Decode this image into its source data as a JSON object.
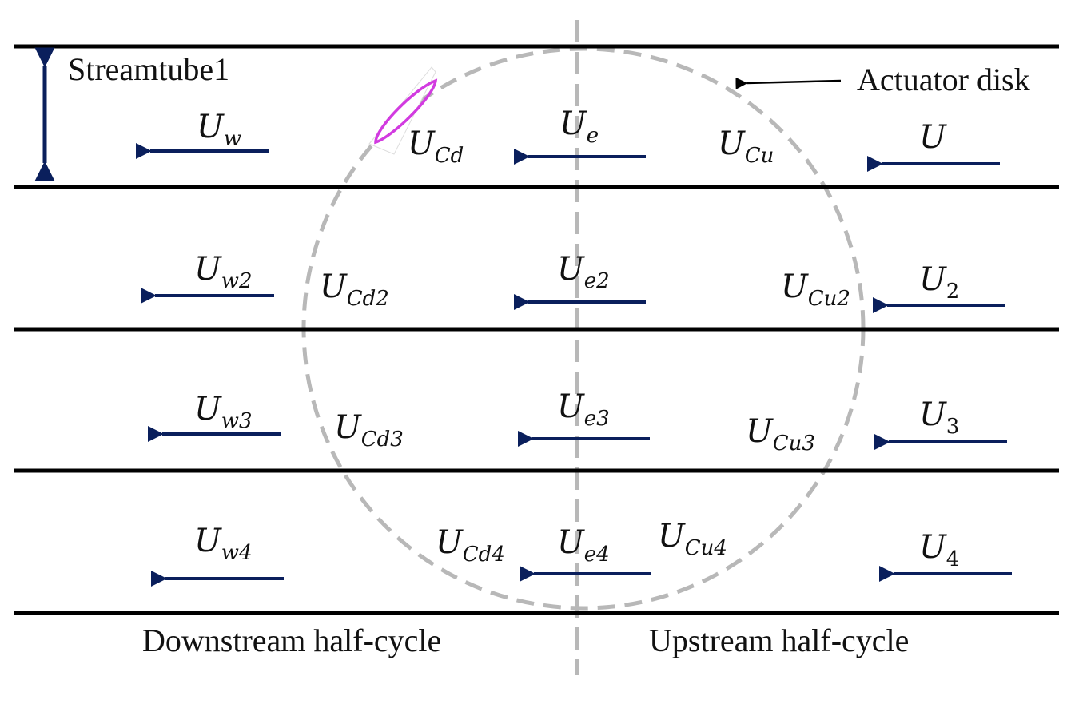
{
  "colors": {
    "line": "#000000",
    "arrow": "#0a1f5c",
    "dashed": "#b8b8b8",
    "blade": "#d23be0",
    "text": "#111111"
  },
  "labels": {
    "streamtube": "Streamtube1",
    "actuator_disk": "Actuator disk",
    "downstream": "Downstream half-cycle",
    "upstream": "Upstream half-cycle"
  },
  "rows": [
    {
      "u_w": {
        "base": "U",
        "sub": "w"
      },
      "u_cd": {
        "base": "U",
        "sub": "Cd"
      },
      "u_e": {
        "base": "U",
        "sub": "e"
      },
      "u_cu": {
        "base": "U",
        "sub": "Cu"
      },
      "u": {
        "base": "U",
        "sub": ""
      }
    },
    {
      "u_w": {
        "base": "U",
        "sub": "w2"
      },
      "u_cd": {
        "base": "U",
        "sub": "Cd2"
      },
      "u_e": {
        "base": "U",
        "sub": "e2"
      },
      "u_cu": {
        "base": "U",
        "sub": "Cu2"
      },
      "u": {
        "base": "U",
        "sub": "2"
      }
    },
    {
      "u_w": {
        "base": "U",
        "sub": "w3"
      },
      "u_cd": {
        "base": "U",
        "sub": "Cd3"
      },
      "u_e": {
        "base": "U",
        "sub": "e3"
      },
      "u_cu": {
        "base": "U",
        "sub": "Cu3"
      },
      "u": {
        "base": "U",
        "sub": "3"
      }
    },
    {
      "u_w": {
        "base": "U",
        "sub": "w4"
      },
      "u_cd": {
        "base": "U",
        "sub": "Cd4"
      },
      "u_e": {
        "base": "U",
        "sub": "e4"
      },
      "u_cu": {
        "base": "U",
        "sub": "Cu4"
      },
      "u": {
        "base": "U",
        "sub": "4"
      }
    }
  ]
}
